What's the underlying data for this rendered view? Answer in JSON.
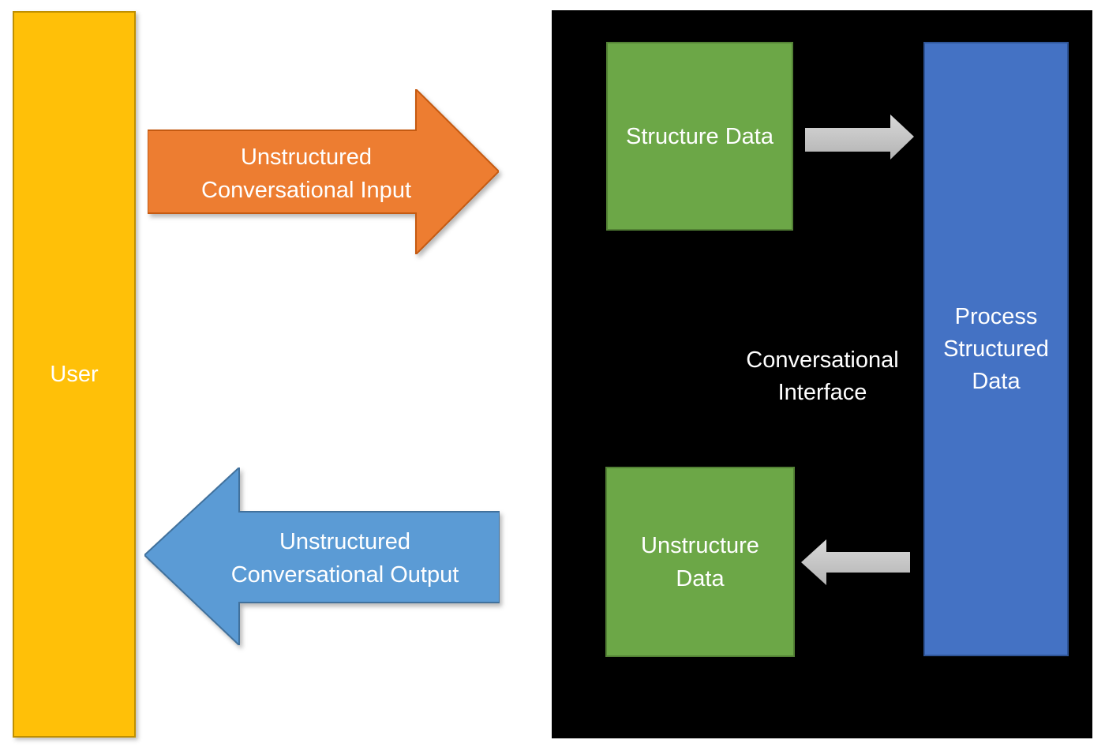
{
  "diagram": {
    "nodes": {
      "user": {
        "label": "User"
      },
      "structure_data": {
        "label": "Structure Data"
      },
      "unstructure_data": {
        "lines": [
          "Unstructure",
          "Data"
        ]
      },
      "process_structured_data": {
        "lines": [
          "Process",
          "Structured",
          "Data"
        ]
      },
      "conversational_interface": {
        "lines": [
          "Conversational",
          "Interface"
        ]
      }
    },
    "arrows": {
      "input_arrow": {
        "direction": "right",
        "lines": [
          "Unstructured",
          "Conversational Input"
        ]
      },
      "output_arrow": {
        "direction": "left",
        "lines": [
          "Unstructured",
          "Conversational Output"
        ]
      },
      "structure_to_process": {
        "direction": "right",
        "label": ""
      },
      "process_to_unstructure": {
        "direction": "left",
        "label": ""
      }
    }
  },
  "colors": {
    "page_bg": "#FFFFFF",
    "panel_bg": "#000000",
    "text_white": "#FFFFFF",
    "yellow_fill": "#FFC008",
    "yellow_border": "#BF8F00",
    "orange_fill": "#ED7D31",
    "orange_border": "#C55A11",
    "blue_arrow_fill": "#5B9BD5",
    "blue_arrow_border": "#41719C",
    "green_fill": "#6CA747",
    "green_border": "#538135",
    "process_fill": "#4472C4",
    "process_border": "#2F5597",
    "gray_arrow_light": "#D9D9D9",
    "gray_arrow_dark": "#B3B3B3"
  }
}
